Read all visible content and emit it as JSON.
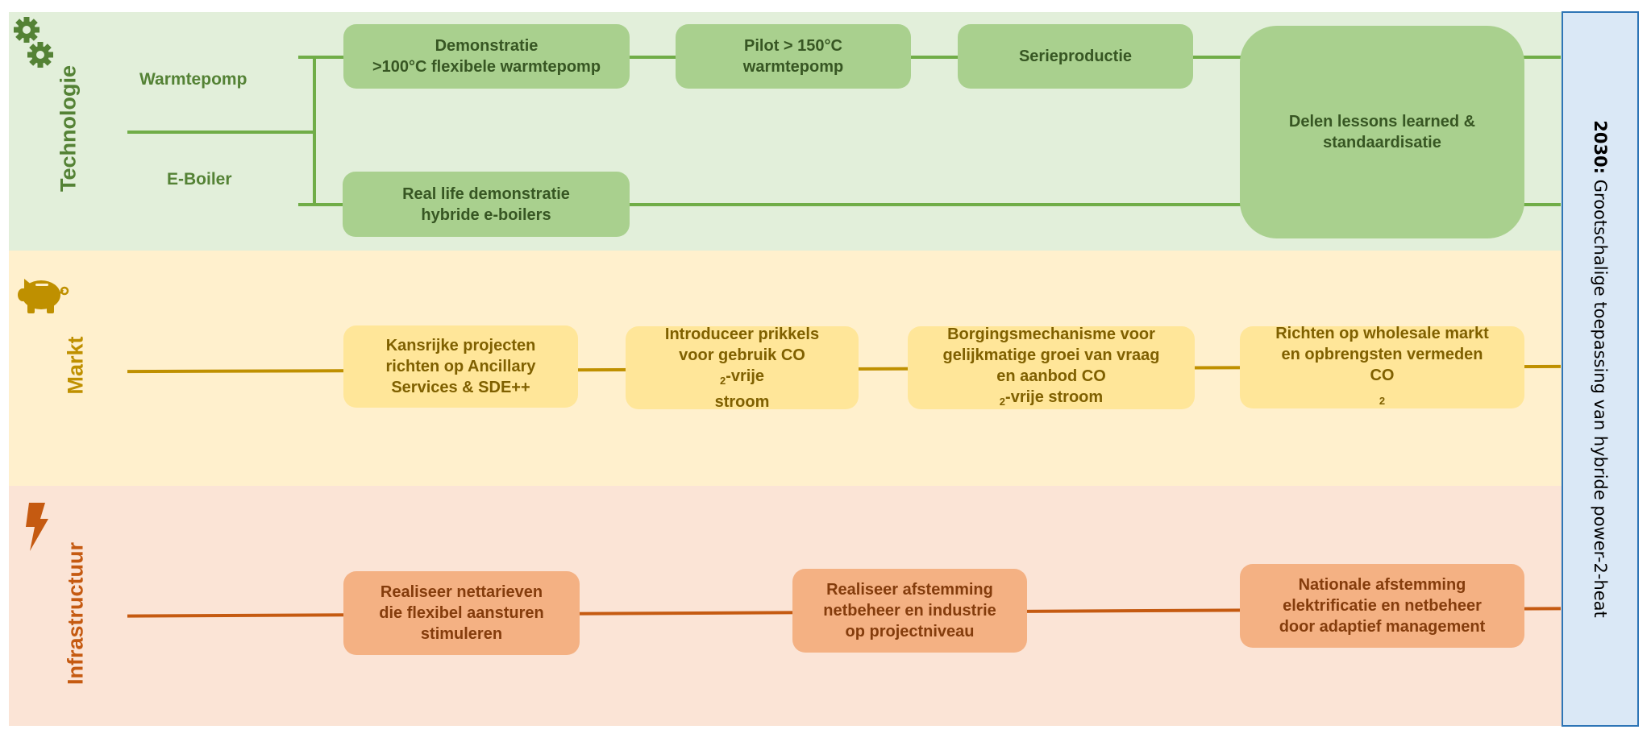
{
  "lanes": {
    "technologie": {
      "title": "Technologie",
      "icon": "gears-icon",
      "color": "#548235",
      "sublabels": [
        "Warmtepomp",
        "E-Boiler"
      ],
      "boxes": [
        {
          "text": "Demonstratie\n>100°C flexibele warmtepomp"
        },
        {
          "text": "Pilot > 150°C\nwarmtepomp"
        },
        {
          "text": "Serieproductie"
        },
        {
          "text": "Real life demonstratie\nhybride e-boilers"
        },
        {
          "text": "Delen lessons learned &\nstandaardisatie"
        }
      ]
    },
    "markt": {
      "title": "Markt",
      "icon": "piggy-bank-icon",
      "color": "#bf9000",
      "boxes": [
        {
          "text": "Kansrijke projecten\nrichten op Ancillary\nServices & SDE++"
        },
        {
          "pre": "Introduceer prikkels\nvoor gebruik CO",
          "sub": "2",
          "post": "-vrije\nstroom"
        },
        {
          "pre": "Borgingsmechanisme voor\ngelijkmatige groei van vraag\nen aanbod CO",
          "sub": "2",
          "post": "-vrije stroom"
        },
        {
          "pre": "Richten op wholesale markt\nen opbrengsten vermeden\nCO",
          "sub": "2",
          "post": ""
        }
      ]
    },
    "infrastructuur": {
      "title": "Infrastructuur",
      "icon": "lightning-bolt-icon",
      "color": "#c55a11",
      "boxes": [
        {
          "text": "Realiseer nettarieven\ndie flexibel aansturen\nstimuleren"
        },
        {
          "text": "Realiseer afstemming\nnetbeheer en industrie\nop projectniveau"
        },
        {
          "text": "Nationale afstemming\nelektrificatie en netbeheer\ndoor adaptief management"
        }
      ]
    }
  },
  "goal": {
    "year": "2030:",
    "text": " Grootschalige toepassing van hybride power-2-heat"
  }
}
